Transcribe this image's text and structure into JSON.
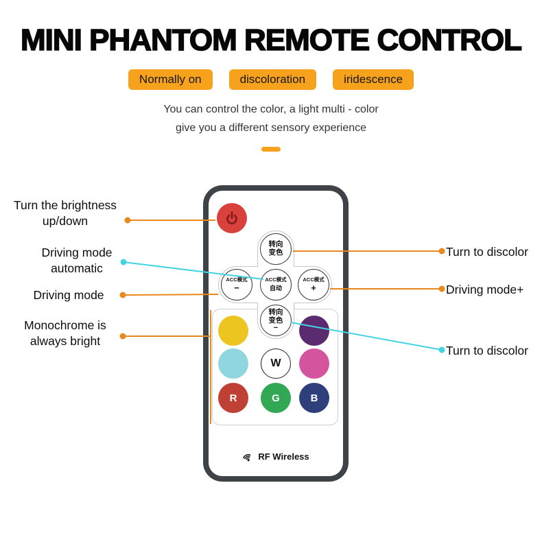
{
  "title": "MINI PHANTOM REMOTE CONTROL",
  "badges": [
    "Normally on",
    "discoloration",
    "iridescence"
  ],
  "subtitle": {
    "line1": "You can control the color, a light multi - color",
    "line2": "give you a different sensory experience"
  },
  "annotations": {
    "left": [
      {
        "lines": [
          "Turn the brightness",
          "up/down"
        ]
      },
      {
        "lines": [
          "Driving mode",
          "automatic"
        ]
      },
      {
        "lines": [
          "Driving mode"
        ]
      },
      {
        "lines": [
          "Monochrome is",
          "always bright"
        ]
      }
    ],
    "right": [
      {
        "lines": [
          "Turn to discolor"
        ]
      },
      {
        "lines": [
          "Driving mode+"
        ]
      },
      {
        "lines": [
          "Turn to discolor"
        ]
      }
    ]
  },
  "remote": {
    "brand": "RF Wireless",
    "buttons": {
      "cross_top": {
        "l1": "转向",
        "l2": "变色"
      },
      "acc_minus": {
        "l1": "ACC模式",
        "l2": "−"
      },
      "acc_auto": {
        "l1": "ACC模式",
        "l2": "自动"
      },
      "acc_plus": {
        "l1": "ACC模式",
        "l2": "+"
      },
      "cross_bottom": {
        "l1": "转向",
        "l2": "变色",
        "l3": "−"
      },
      "white": "W",
      "red": "R",
      "green": "G",
      "blue": "B"
    }
  },
  "colors": {
    "badge-orange": "#F6A21D",
    "line-orange": "#E9891D",
    "accent-cyan": "#43D4E2",
    "remote-body": "#3E4347",
    "btn-power": "#D8413C",
    "btn-power-icon": "#8A1B1B",
    "btn-yellow": "#EDC520",
    "btn-purple": "#5B2B70",
    "btn-cyan": "#8FD6DF",
    "btn-pink": "#D5549E",
    "btn-r": "#BF4136",
    "btn-g": "#33A854",
    "btn-b": "#2F3F7C"
  }
}
